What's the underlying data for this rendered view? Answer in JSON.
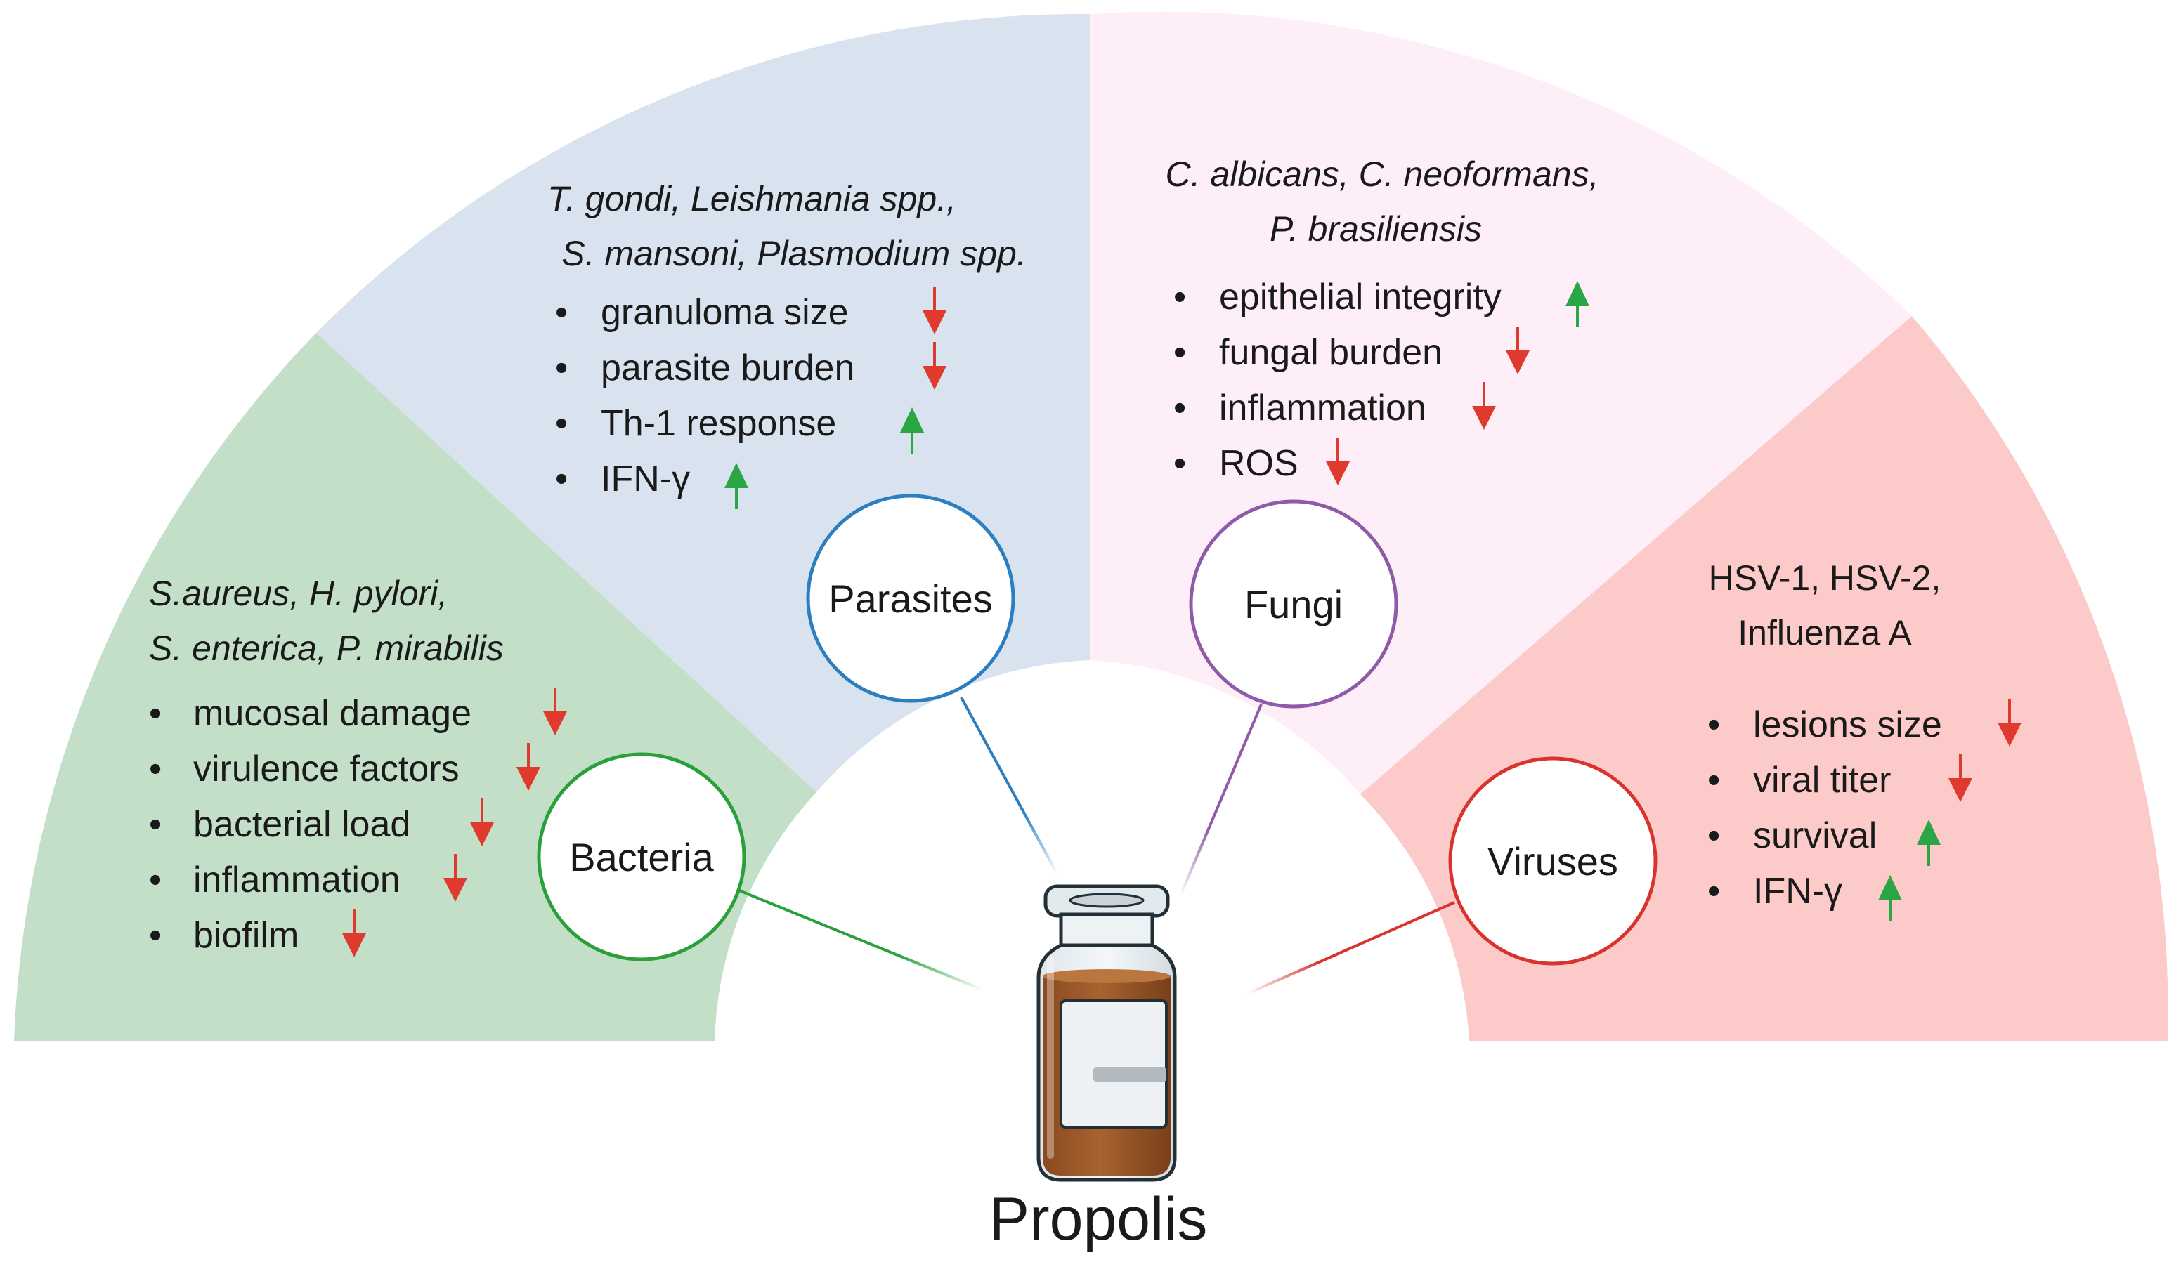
{
  "title": "Propolis",
  "colors": {
    "bacteria_fill": "#c3dfc8",
    "parasites_fill": "#d9e3ef",
    "fungi_fill": "#fdeef7",
    "viruses_fill": "#fdcaca",
    "bacteria_ring": "#2aa03a",
    "parasites_ring": "#2b7fc0",
    "fungi_ring": "#8f5aa8",
    "viruses_ring": "#d8332c",
    "arrow_down": "#e03a2f",
    "arrow_up": "#2aa645"
  },
  "sectors": {
    "bacteria": {
      "label": "Bacteria",
      "organisms": [
        "S.aureus, H. pylori,",
        "S. enterica, P. mirabilis"
      ],
      "effects": [
        {
          "text": "mucosal damage",
          "direction": "down"
        },
        {
          "text": "virulence factors",
          "direction": "down"
        },
        {
          "text": "bacterial load",
          "direction": "down"
        },
        {
          "text": "inflammation",
          "direction": "down"
        },
        {
          "text": "biofilm",
          "direction": "down"
        }
      ]
    },
    "parasites": {
      "label": "Parasites",
      "organisms": [
        "T. gondi, Leishmania spp.,",
        "S. mansoni, Plasmodium spp."
      ],
      "effects": [
        {
          "text": "granuloma size",
          "direction": "down"
        },
        {
          "text": "parasite burden",
          "direction": "down"
        },
        {
          "text": "Th-1 response",
          "direction": "up"
        },
        {
          "text": "IFN-γ",
          "direction": "up"
        }
      ]
    },
    "fungi": {
      "label": "Fungi",
      "organisms": [
        "C. albicans, C. neoformans,",
        "P. brasiliensis"
      ],
      "effects": [
        {
          "text": "epithelial integrity",
          "direction": "up"
        },
        {
          "text": "fungal burden",
          "direction": "down"
        },
        {
          "text": "inflammation",
          "direction": "down"
        },
        {
          "text": "ROS",
          "direction": "down"
        }
      ]
    },
    "viruses": {
      "label": "Viruses",
      "organisms": [
        "HSV-1, HSV-2,",
        "Influenza A"
      ],
      "effects": [
        {
          "text": "lesions size",
          "direction": "down"
        },
        {
          "text": "viral titer",
          "direction": "down"
        },
        {
          "text": "survival",
          "direction": "up"
        },
        {
          "text": "IFN-γ",
          "direction": "up"
        }
      ]
    }
  },
  "icons": {
    "center": "propolis-vial-icon",
    "down": "arrow-down-icon",
    "up": "arrow-up-icon"
  }
}
